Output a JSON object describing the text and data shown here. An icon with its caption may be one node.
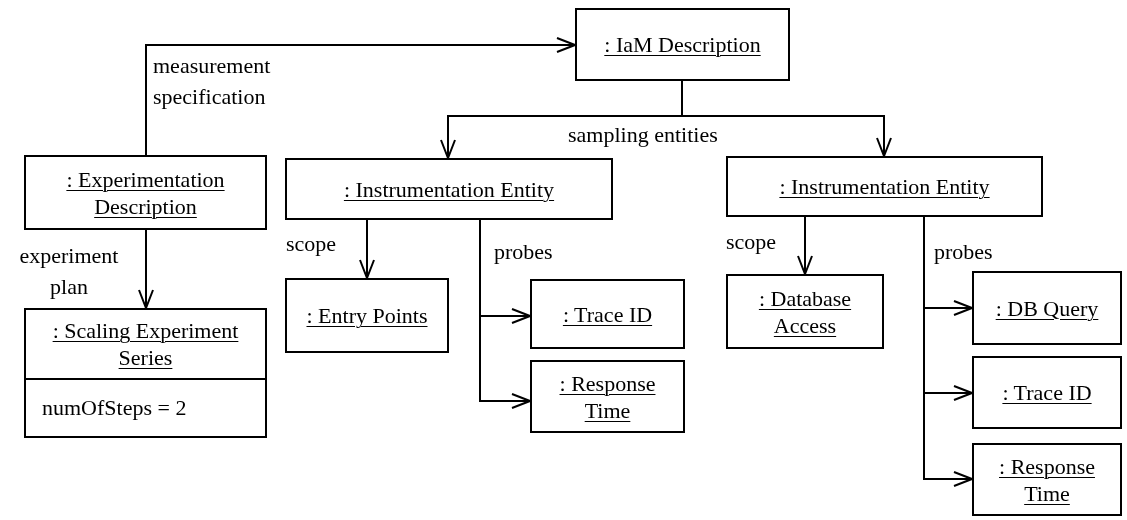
{
  "diagram": {
    "nodes": [
      {
        "text": [
          ": IaM Description"
        ]
      },
      {
        "text": [
          ": Experimentation Description"
        ]
      },
      {
        "text": [
          ": Scaling Experiment Series",
          "numOfSteps = 2"
        ]
      },
      {
        "text": [
          ": Instrumentation Entity"
        ]
      },
      {
        "text": [
          ": Entry Points"
        ]
      },
      {
        "text": [
          ": Trace ID"
        ]
      },
      {
        "text": [
          ": Response Time"
        ]
      },
      {
        "text": [
          ": Instrumentation Entity"
        ]
      },
      {
        "text": [
          ": Database Access"
        ]
      },
      {
        "text": [
          ": DB Query"
        ]
      },
      {
        "text": [
          ": Trace ID"
        ]
      },
      {
        "text": [
          ": Response Time"
        ]
      }
    ],
    "edges": [
      {
        "from": 1,
        "to": 0,
        "arrow": "to",
        "label": "measurement specification"
      },
      {
        "from": 0,
        "to": 3,
        "arrow": "to",
        "label": "sampling entities"
      },
      {
        "from": 0,
        "to": 7,
        "arrow": "to"
      },
      {
        "from": 1,
        "to": 2,
        "arrow": "to",
        "label": "experiment plan"
      },
      {
        "from": 3,
        "to": 4,
        "arrow": "to",
        "label": "scope"
      },
      {
        "from": 3,
        "to": 5,
        "arrow": "to",
        "label": "probes"
      },
      {
        "from": 3,
        "to": 6,
        "arrow": "to"
      },
      {
        "from": 7,
        "to": 8,
        "arrow": "to",
        "label": "scope"
      },
      {
        "from": 7,
        "to": 9,
        "arrow": "to",
        "label": "probes"
      },
      {
        "from": 7,
        "to": 10,
        "arrow": "to"
      },
      {
        "from": 7,
        "to": 11,
        "arrow": "to"
      }
    ]
  }
}
